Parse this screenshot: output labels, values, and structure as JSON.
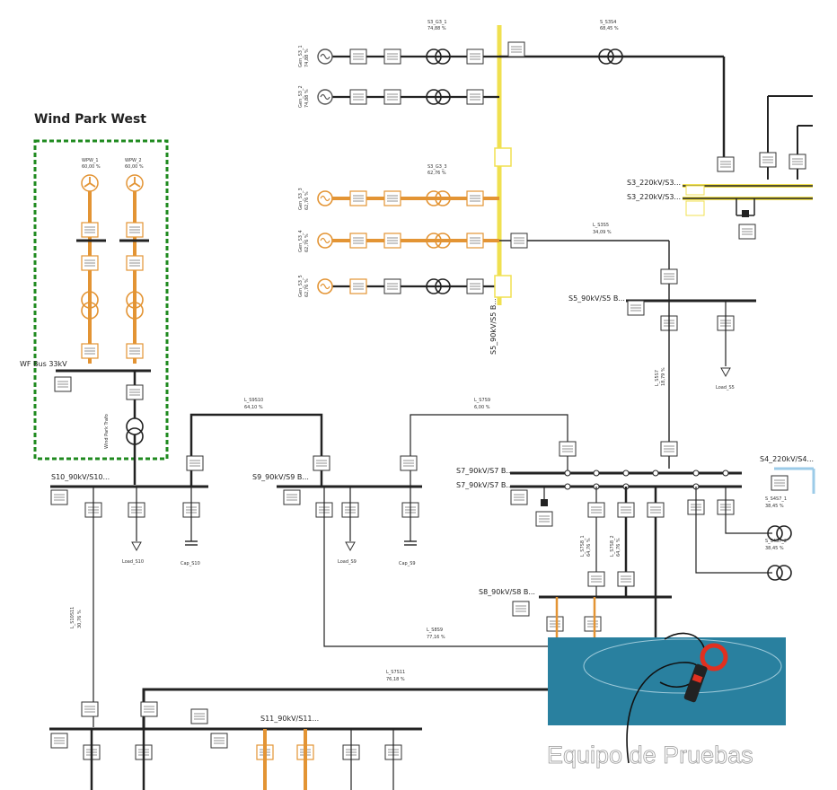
{
  "park": {
    "title": "Wind Park West",
    "bus": "WF Bus 33kV",
    "trafo": "Wind Park Trafo"
  },
  "gens": [
    {
      "id": "WPW_1",
      "val": "60,00 %"
    },
    {
      "id": "WPW_2",
      "val": "60,00 %"
    }
  ],
  "s3g": [
    {
      "id": "Gen_S3_1",
      "val": "74,88 %",
      "tr": "S3_G3_1",
      "trv": "74,88 %"
    },
    {
      "id": "Gen_S3_2",
      "val": "74,88 %",
      "tr": "",
      "trv": ""
    },
    {
      "id": "Gen_S3_3",
      "val": "62,76 %",
      "tr": "S3_G3_3",
      "trv": "62,76 %"
    },
    {
      "id": "Gen_S3_4",
      "val": "62,76 %",
      "tr": "",
      "trv": ""
    },
    {
      "id": "Gen_S3_5",
      "val": "62,76 %",
      "tr": "",
      "trv": ""
    }
  ],
  "buses": {
    "s3": "S3_220kV/S3...",
    "s3b": "S3_220kV/S3...",
    "s5": "S5_90kV/S5 B...",
    "s5v": "S5_90kV/S5 B...",
    "s10": "S10_90kV/S10...",
    "s9": "S9_90kV/S9 B...",
    "s7": "S7_90kV/S7 B...",
    "s7b": "S7_90kV/S7 B...",
    "s8": "S8_90kV/S8 B...",
    "s11": "S11_90kV/S11...",
    "s4": "S4_220kV/S4..."
  },
  "lines": [
    {
      "id": "L_S3S5",
      "val": "34,09 %"
    },
    {
      "id": "L_S9S10",
      "val": "64,10 %"
    },
    {
      "id": "L_S7S9",
      "val": "6,00 %"
    },
    {
      "id": "L_S5S7",
      "val": "18,79 %"
    },
    {
      "id": "L_S10S11",
      "val": "30,76 %"
    },
    {
      "id": "L_S7S8_1",
      "val": "64,76 %"
    },
    {
      "id": "L_S7S8_2",
      "val": "64,76 %"
    },
    {
      "id": "L_S8S9",
      "val": "77,16 %"
    },
    {
      "id": "L_S7S11",
      "val": "76,18 %"
    },
    {
      "id": "S_S3S4",
      "val": "68,45 %"
    },
    {
      "id": "S_S4S7_1",
      "val": "38,45 %"
    },
    {
      "id": "S_S4S7_2",
      "val": "38,45 %"
    }
  ],
  "loads": {
    "s5": "Load_S5",
    "s10": "Load_S10",
    "cap10": "Cap_S10",
    "s9": "Load_S9",
    "cap9": "Cap_S9"
  },
  "watermark": "Equipo de Pruebas"
}
